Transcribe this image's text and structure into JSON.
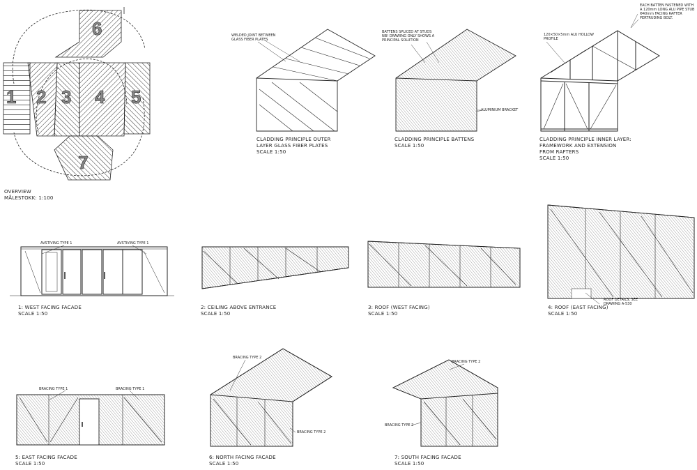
{
  "overview": {
    "zones": [
      "1",
      "2",
      "3",
      "4",
      "5",
      "6",
      "7"
    ],
    "caption": [
      "OVERVIEW",
      "MÅLESTOKK: 1:100"
    ]
  },
  "panels": [
    {
      "id": "outer",
      "caption": [
        "CLADDING PRINCIPLE OUTER",
        "LAYER GLASS FIBER PLATES",
        "SCALE 1:50"
      ],
      "notes": [
        [
          "WELDED JOINT BETWEEN",
          "GLASS FIBER PLATES"
        ]
      ]
    },
    {
      "id": "battens",
      "caption": [
        "CLADDING PRINCIPLE BATTENS",
        "SCALE 1:50"
      ],
      "notes": [
        [
          "BATTENS SPLICED AT STUDS",
          "NB! DRAWING ONLY SHOWS A",
          "PRINCIPAL SOLUTION"
        ],
        [
          "ALUMINIUM BRACKET"
        ]
      ]
    },
    {
      "id": "inner",
      "caption": [
        "CLADDING PRINCIPLE INNER LAYER:",
        "FRAMEWORK AND EXTENSION",
        "FROM RAFTERS",
        "SCALE 1:50"
      ],
      "notes": [
        [
          "120×50×5mm ALU HOLLOW",
          "PROFILE"
        ],
        [
          "EACH BATTEN FASTENED WITH",
          "A 120mm LONG ALU PIPE STUB",
          "Φ40mm FACING RAFTER",
          "PERTRUDING BOLT."
        ]
      ]
    },
    {
      "id": "west",
      "caption": [
        "1: WEST FACING FACADE",
        "SCALE 1:50"
      ],
      "notes": [
        [
          "AVSTIVING TYPE 1"
        ],
        [
          "AVSTIVING TYPE 1"
        ]
      ]
    },
    {
      "id": "ceiling",
      "caption": [
        "2: CEILING ABOVE ENTRANCE",
        "SCALE 1:50"
      ],
      "notes": []
    },
    {
      "id": "roofw",
      "caption": [
        "3: ROOF (WEST FACING)",
        "SCALE 1:50"
      ],
      "notes": []
    },
    {
      "id": "roofe",
      "caption": [
        "4: ROOF (EAST FACING)",
        "SCALE 1:50"
      ],
      "notes": [
        [
          "ROOF DETAILS, SEE",
          "DRAWING A-530"
        ]
      ]
    },
    {
      "id": "east",
      "caption": [
        "5: EAST FACING FACADE",
        "SCALE 1:50"
      ],
      "notes": [
        [
          "BRACING TYPE 1"
        ],
        [
          "BRACING TYPE 1"
        ]
      ]
    },
    {
      "id": "north",
      "caption": [
        "6: NORTH FACING FACADE",
        "SCALE 1:50"
      ],
      "notes": [
        [
          "BRACING TYPE 2"
        ],
        [
          "BRACING TYPE 2"
        ]
      ]
    },
    {
      "id": "south",
      "caption": [
        "7: SOUTH FACING FACADE",
        "SCALE 1:50"
      ],
      "notes": [
        [
          "BRACING TYPE 2"
        ],
        [
          "BRACING TYPE 2"
        ]
      ]
    }
  ]
}
